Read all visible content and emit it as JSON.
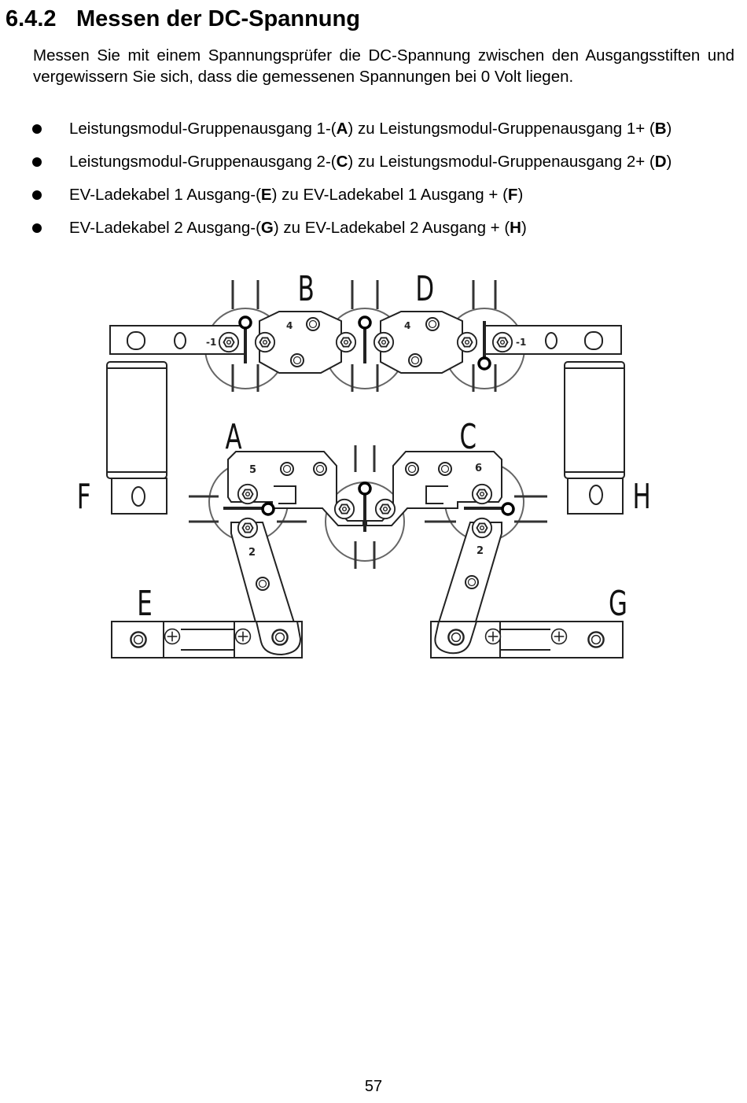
{
  "section": {
    "number": "6.4.2",
    "title": "Messen der DC-Spannung"
  },
  "intro": "Messen Sie mit einem Spannungsprüfer die DC-Spannung zwischen den Ausgangsstiften und vergewissern Sie sich, dass die gemessenen Spannungen bei 0 Volt liegen.",
  "bullets": [
    {
      "pre": "Leistungsmodul-Gruppenausgang 1-(",
      "k1": "A",
      "mid": ") zu Leistungsmodul-Gruppenausgang 1+ (",
      "k2": "B",
      "post": ")"
    },
    {
      "pre": "Leistungsmodul-Gruppenausgang 2-(",
      "k1": "C",
      "mid": ") zu Leistungsmodul-Gruppenausgang 2+ (",
      "k2": "D",
      "post": ")"
    },
    {
      "pre": "EV-Ladekabel 1 Ausgang-(",
      "k1": "E",
      "mid": ") zu EV-Ladekabel 1 Ausgang + (",
      "k2": "F",
      "post": ")"
    },
    {
      "pre": "EV-Ladekabel 2 Ausgang-(",
      "k1": "G",
      "mid": ") zu EV-Ladekabel 2 Ausgang + (",
      "k2": "H",
      "post": ")"
    }
  ],
  "figure": {
    "labels": {
      "A": "A",
      "B": "B",
      "C": "C",
      "D": "D",
      "E": "E",
      "F": "F",
      "G": "G",
      "H": "H"
    },
    "markings": {
      "m4a": "4",
      "m4b": "4",
      "m5": "5",
      "m6": "6",
      "m2a": "2",
      "m2b": "2"
    }
  },
  "page_number": "57"
}
